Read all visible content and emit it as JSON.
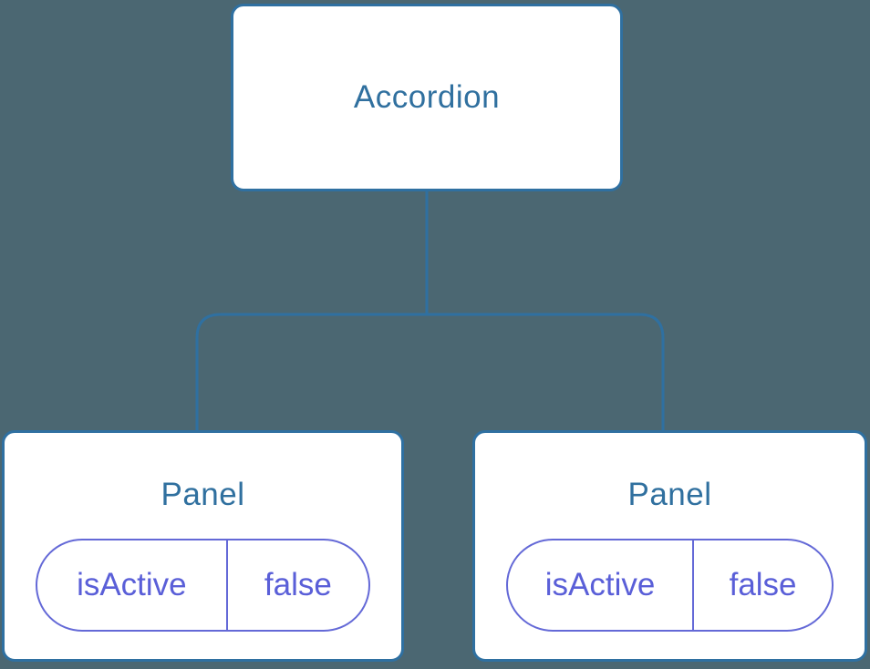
{
  "colors": {
    "canvas_bg": "#4B6772",
    "line": "#2F70A1",
    "node_bg": "#FFFFFF",
    "node_text": "#30709F",
    "pill_border": "#6469D7",
    "pill_text": "#5A5FD8"
  },
  "tree": {
    "root": {
      "label": "Accordion"
    },
    "children": [
      {
        "label": "Panel",
        "state": {
          "key": "isActive",
          "value": "false"
        }
      },
      {
        "label": "Panel",
        "state": {
          "key": "isActive",
          "value": "false"
        }
      }
    ]
  }
}
